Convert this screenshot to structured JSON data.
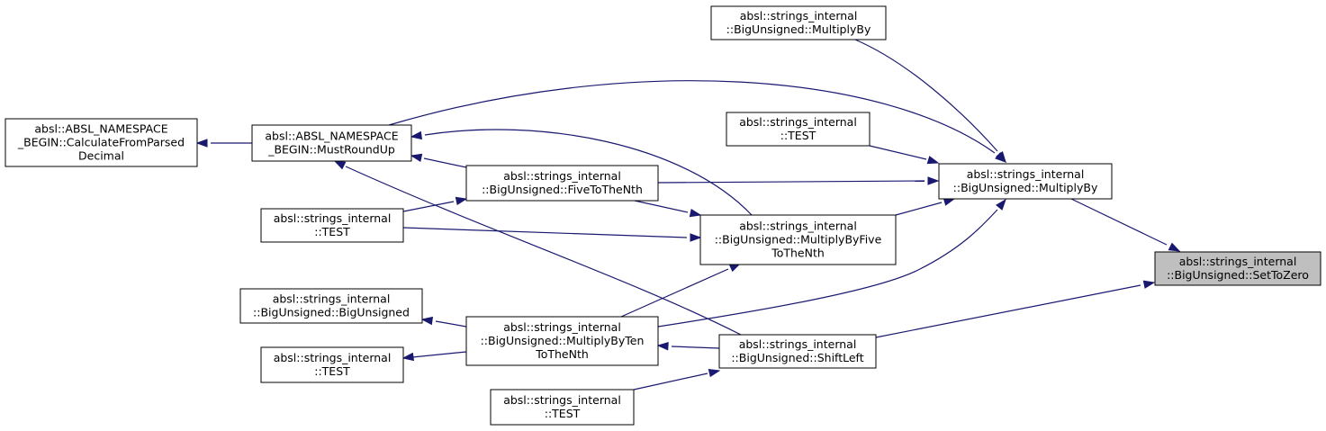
{
  "diagram": {
    "nodes": [
      {
        "id": "setzero",
        "lines": [
          "absl::strings_internal",
          "::BigUnsigned::SetToZero"
        ],
        "highlight": true
      },
      {
        "id": "mulby_top",
        "lines": [
          "absl::strings_internal",
          "::BigUnsigned::MultiplyBy"
        ]
      },
      {
        "id": "test_mid",
        "lines": [
          "absl::strings_internal",
          "::TEST"
        ]
      },
      {
        "id": "mulby_main",
        "lines": [
          "absl::strings_internal",
          "::BigUnsigned::MultiplyBy"
        ]
      },
      {
        "id": "calc",
        "lines": [
          "absl::ABSL_NAMESPACE",
          "_BEGIN::CalculateFromParsed",
          "Decimal"
        ]
      },
      {
        "id": "mustround",
        "lines": [
          "absl::ABSL_NAMESPACE",
          "_BEGIN::MustRoundUp"
        ]
      },
      {
        "id": "five",
        "lines": [
          "absl::strings_internal",
          "::BigUnsigned::FiveToTheNth"
        ]
      },
      {
        "id": "test_left1",
        "lines": [
          "absl::strings_internal",
          "::TEST"
        ]
      },
      {
        "id": "mulfive",
        "lines": [
          "absl::strings_internal",
          "::BigUnsigned::MultiplyByFive",
          "ToTheNth"
        ]
      },
      {
        "id": "bigunsigned",
        "lines": [
          "absl::strings_internal",
          "::BigUnsigned::BigUnsigned"
        ]
      },
      {
        "id": "multen",
        "lines": [
          "absl::strings_internal",
          "::BigUnsigned::MultiplyByTen",
          "ToTheNth"
        ]
      },
      {
        "id": "test_left2",
        "lines": [
          "absl::strings_internal",
          "::TEST"
        ]
      },
      {
        "id": "shiftleft",
        "lines": [
          "absl::strings_internal",
          "::BigUnsigned::ShiftLeft"
        ]
      },
      {
        "id": "test_bottom",
        "lines": [
          "absl::strings_internal",
          "::TEST"
        ]
      }
    ],
    "edges": [
      {
        "from": "mulby_main",
        "to": "setzero"
      },
      {
        "from": "shiftleft",
        "to": "setzero"
      },
      {
        "from": "mulby_top",
        "to": "mulby_main"
      },
      {
        "from": "mustround",
        "to": "mulby_main"
      },
      {
        "from": "test_mid",
        "to": "mulby_main"
      },
      {
        "from": "five",
        "to": "mulby_main"
      },
      {
        "from": "mulfive",
        "to": "mulby_main"
      },
      {
        "from": "multen",
        "to": "mulby_main"
      },
      {
        "from": "mustround",
        "to": "calc"
      },
      {
        "from": "five",
        "to": "mustround"
      },
      {
        "from": "mulfive",
        "to": "mustround"
      },
      {
        "from": "shiftleft",
        "to": "mustround"
      },
      {
        "from": "test_left1",
        "to": "five"
      },
      {
        "from": "five",
        "to": "mulfive"
      },
      {
        "from": "test_left1",
        "to": "mulfive"
      },
      {
        "from": "multen",
        "to": "mulfive"
      },
      {
        "from": "multen",
        "to": "bigunsigned"
      },
      {
        "from": "multen",
        "to": "test_left2"
      },
      {
        "from": "shiftleft",
        "to": "multen"
      },
      {
        "from": "test_bottom",
        "to": "shiftleft"
      }
    ]
  }
}
